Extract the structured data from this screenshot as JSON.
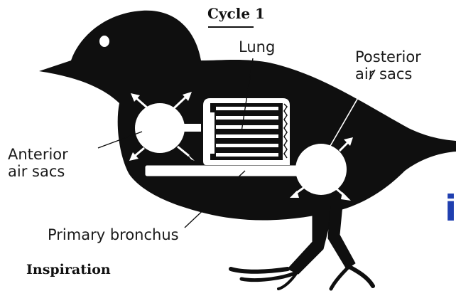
{
  "title": "Cycle 1",
  "caption": "Inspiration",
  "labels": {
    "lung": "Lung",
    "posterior_air_sacs": "Posterior\nair sacs",
    "anterior_air_sacs": "Anterior\nair sacs",
    "primary_bronchus": "Primary bronchus"
  },
  "edge_letter": "i",
  "colors": {
    "body": "#0f0f0f",
    "airway": "#ffffff",
    "accent_letter": "#1f3fb0"
  }
}
